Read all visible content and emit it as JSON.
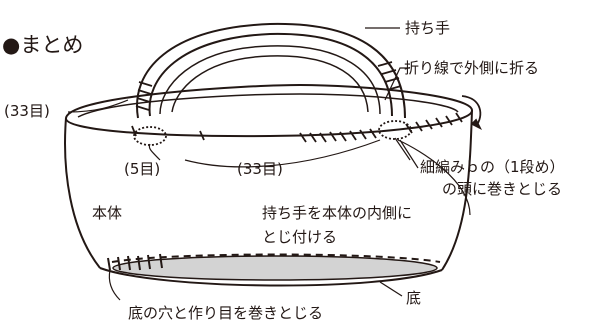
{
  "diagram": {
    "title": "●まとめ",
    "labels": {
      "handle": "持ち手",
      "fold_line": "折り線で外側に折る",
      "side_count": "(33目)",
      "handle_count": "(5目)",
      "front_count": "(33目)",
      "edge_line1": "細編みｂの（1段め）",
      "edge_line2": "の頭に巻きとじる",
      "body": "本体",
      "attach_line1": "持ち手を本体の内側に",
      "attach_line2": "とじ付ける",
      "base": "底",
      "base_note": "底の穴と作り目を巻きとじる"
    },
    "colors": {
      "ink": "#231815",
      "base_fill": "#d3d3d3",
      "paper": "#ffffff"
    }
  }
}
